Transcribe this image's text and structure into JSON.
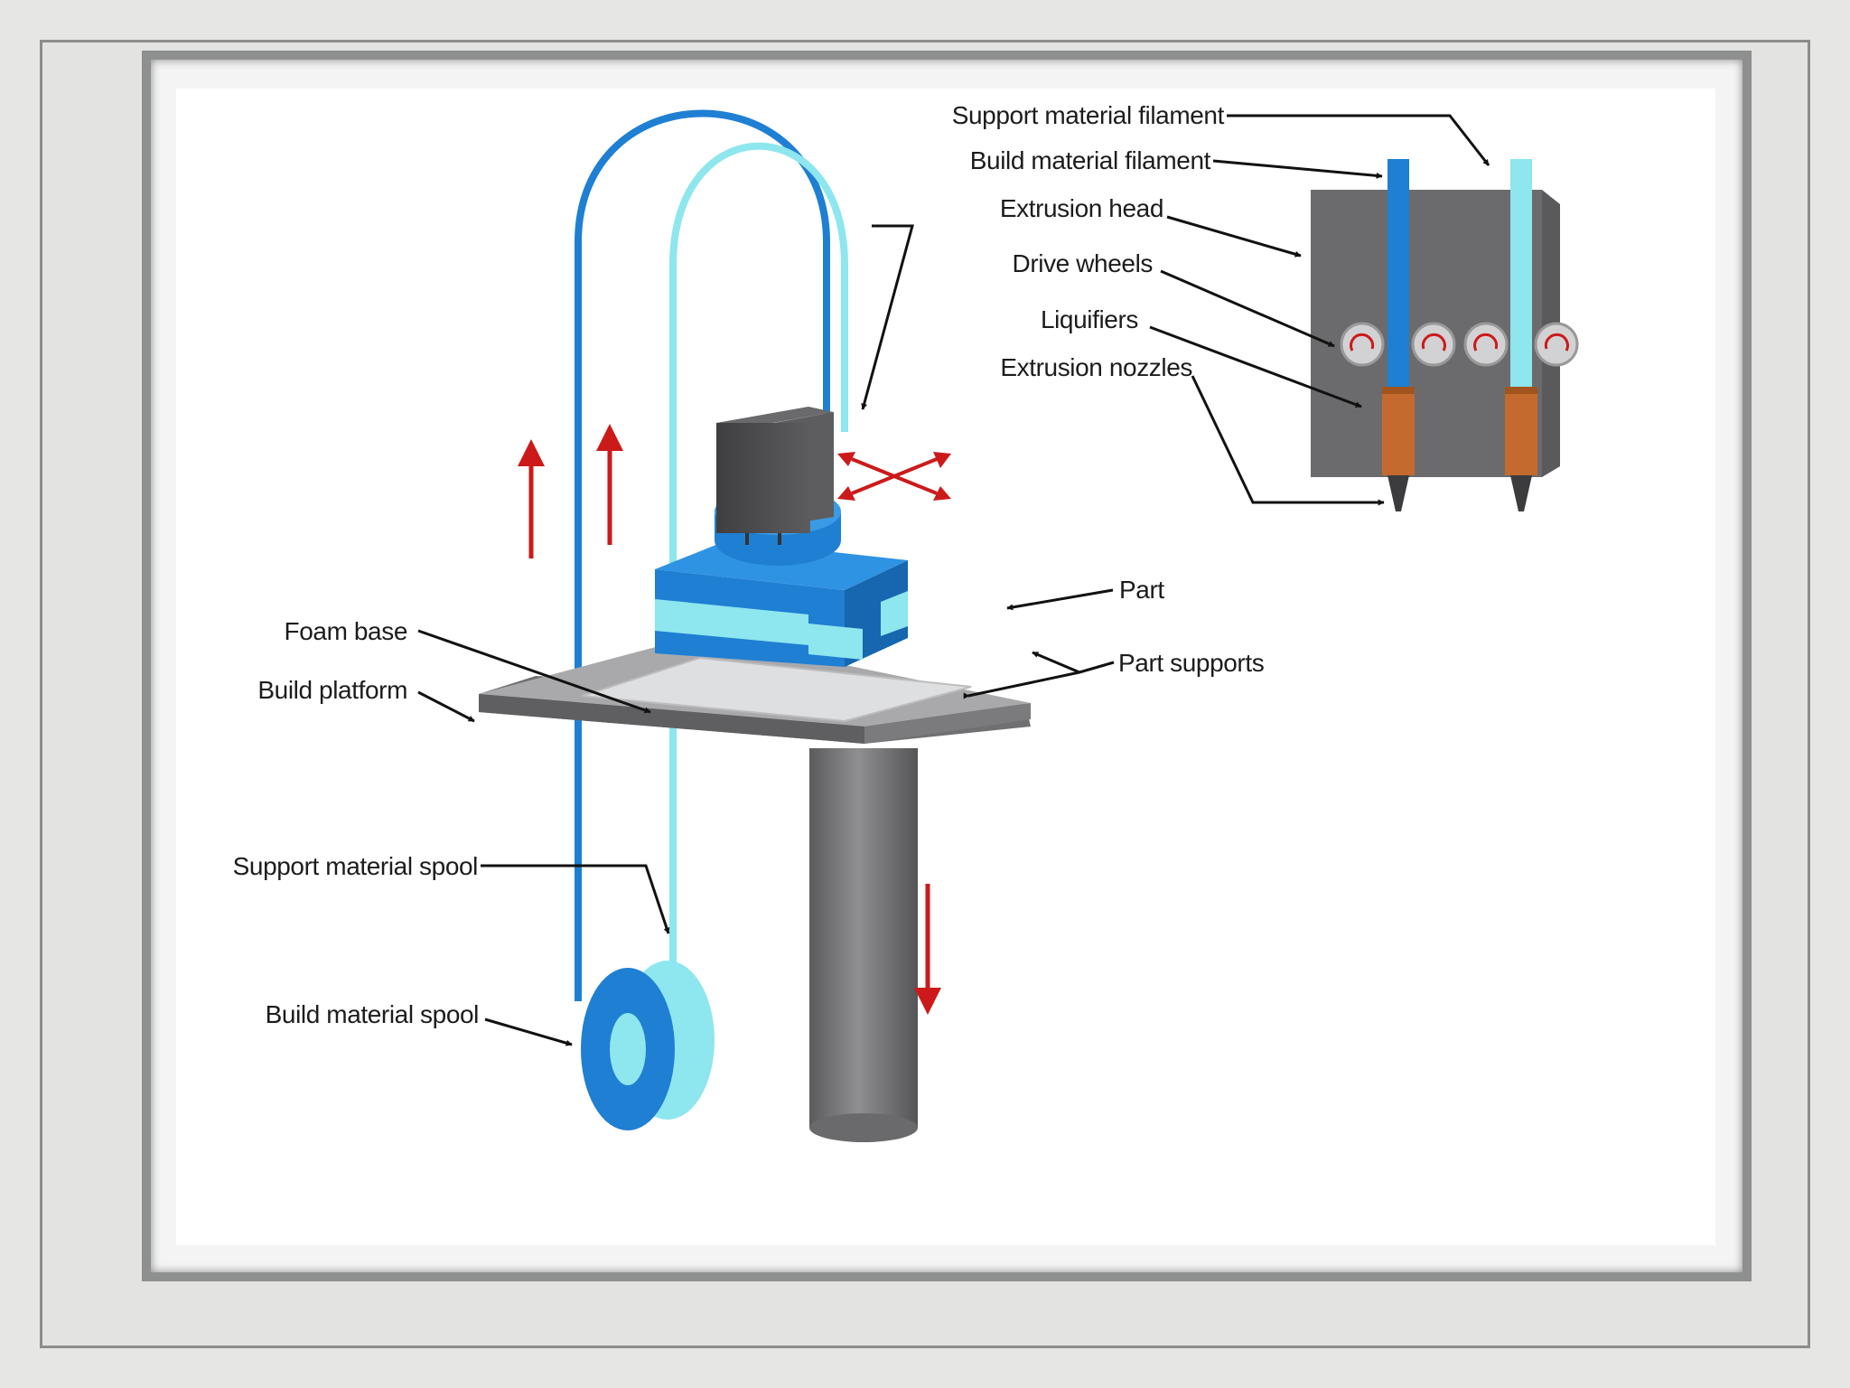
{
  "labels": {
    "support_filament": "Support material filament",
    "build_filament": "Build material filament",
    "extrusion_head": "Extrusion head",
    "drive_wheels": "Drive wheels",
    "liquifiers": "Liquifiers",
    "extrusion_nozzles": "Extrusion nozzles",
    "part": "Part",
    "part_supports": "Part supports",
    "foam_base": "Foam base",
    "build_platform": "Build platform",
    "support_spool": "Support material spool",
    "build_spool": "Build material spool"
  },
  "colors": {
    "build_material": "#1f7fd3",
    "support_material": "#8ee6ee",
    "machine_gray": "#6e6e70",
    "head_dark": "#4b4b4d",
    "liquifier": "#c46a2e",
    "motion_arrow": "#cc1a1a",
    "label_arrow": "#111111"
  }
}
